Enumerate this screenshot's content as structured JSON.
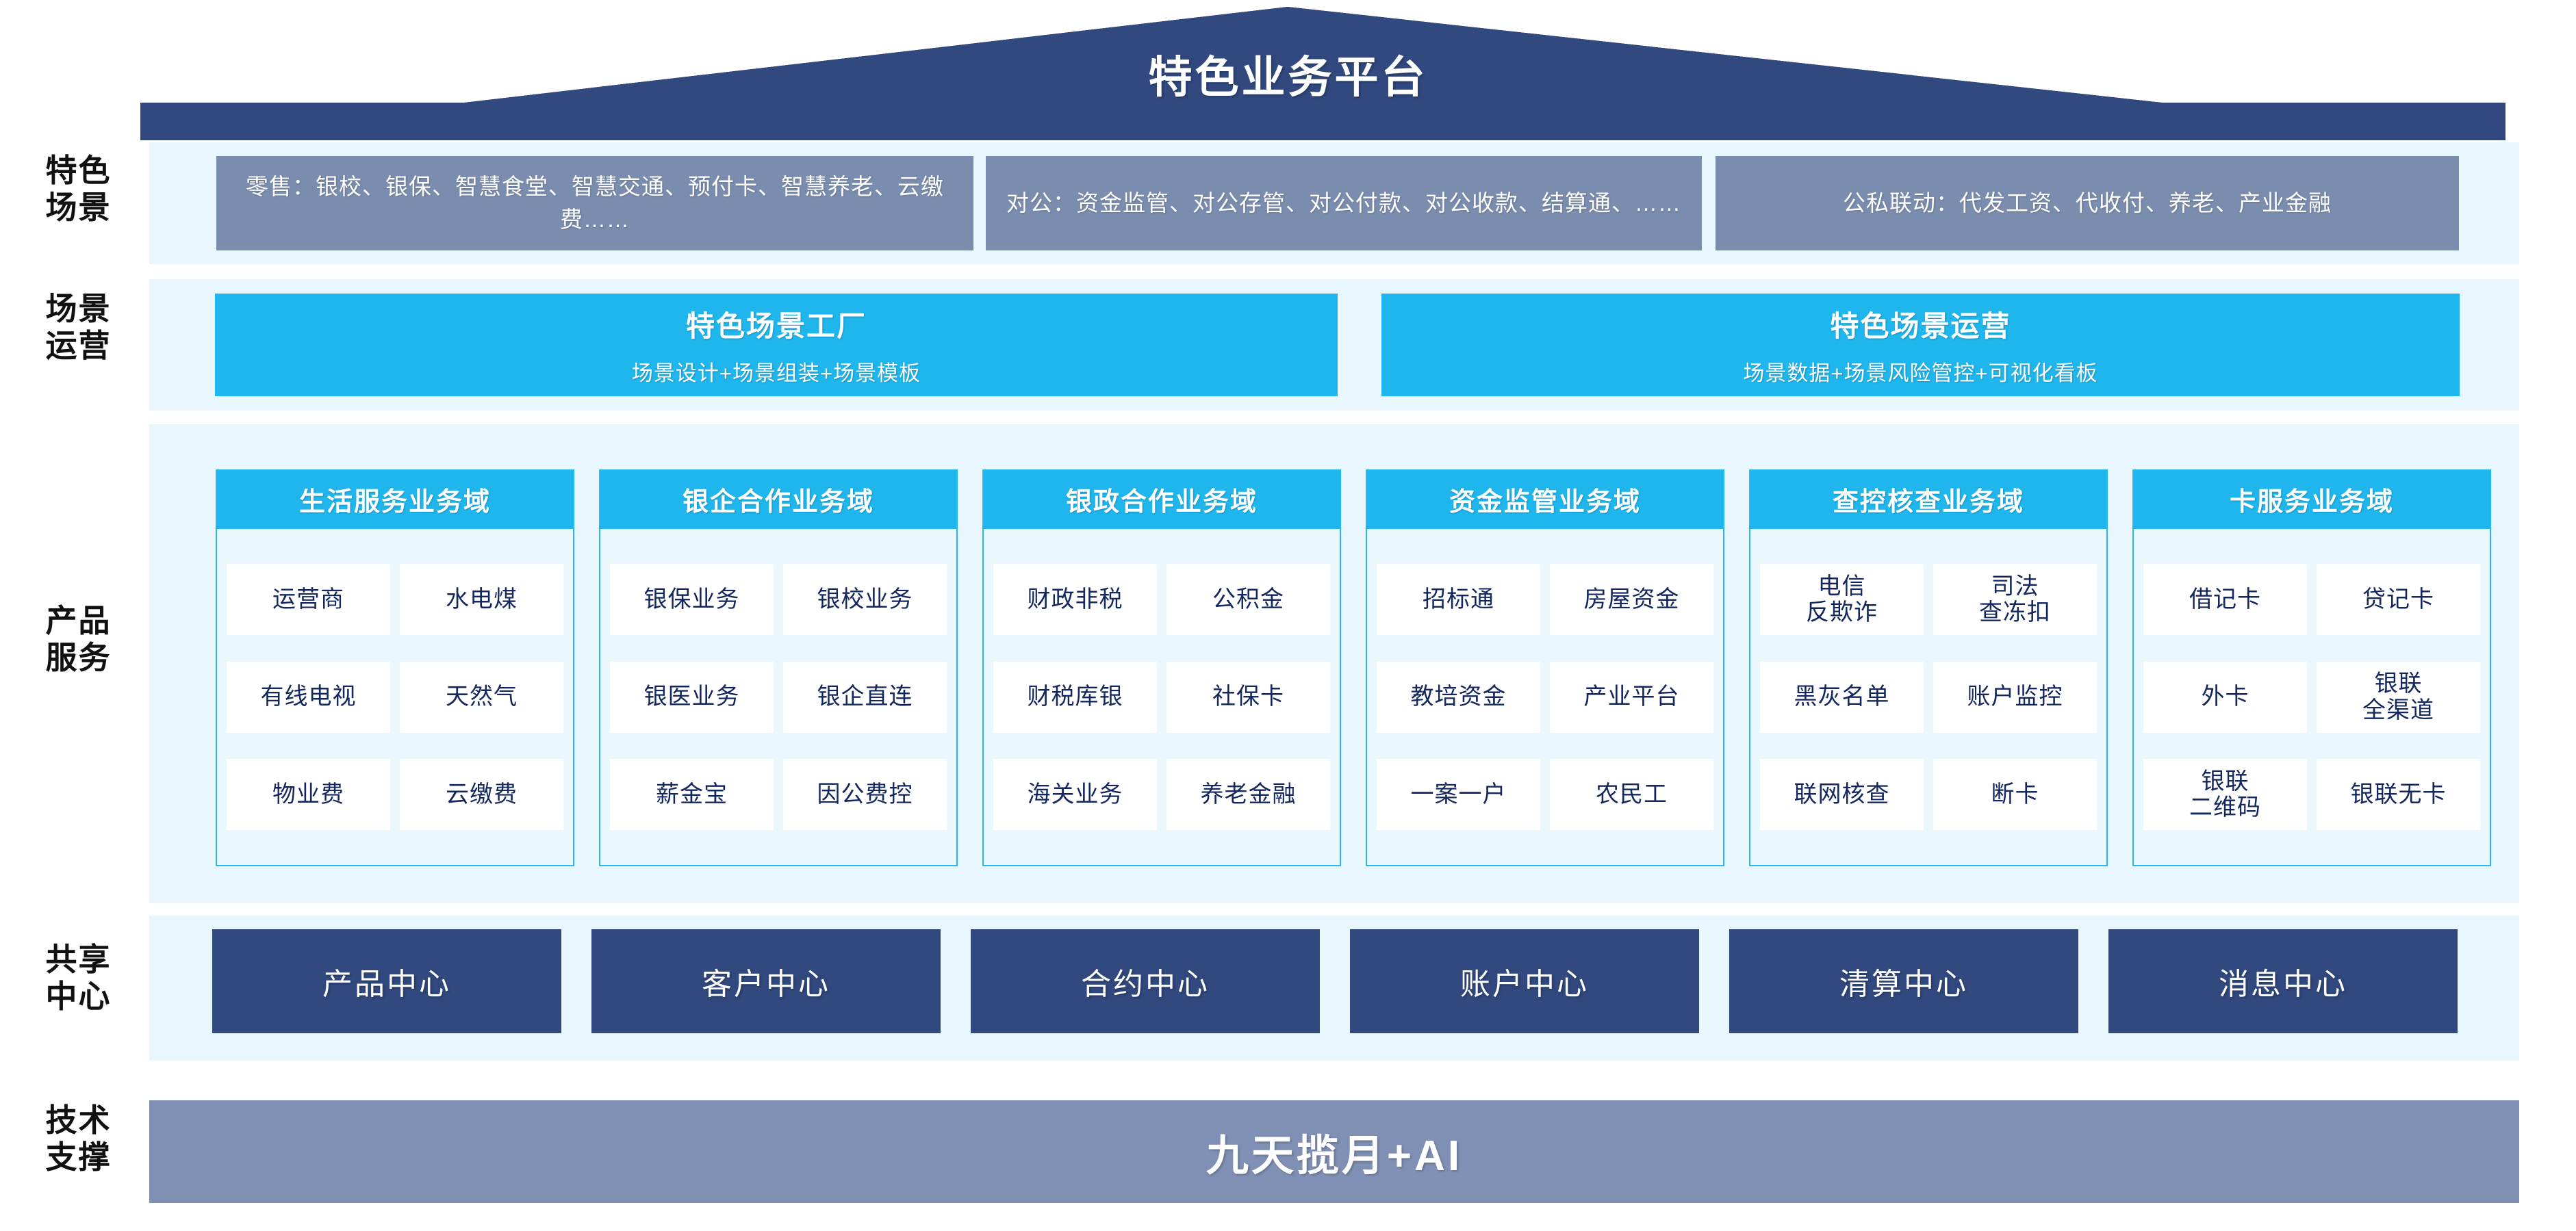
{
  "header": {
    "title": "特色业务平台",
    "roof_color": "#31497f"
  },
  "sidebar": {
    "items": [
      {
        "label": "特色\n场景"
      },
      {
        "label": "场景\n运营"
      },
      {
        "label": "产品\n服务"
      },
      {
        "label": "共享\n中心"
      },
      {
        "label": "技术\n支撑"
      }
    ]
  },
  "scene_row": {
    "band_color": "#e8f6fd",
    "box_color": "#7b8dae",
    "boxes": [
      {
        "label": "零售：银校、银保、智慧食堂、智慧交通、预付卡、智慧养老、云缴费……"
      },
      {
        "label": "对公：资金监管、对公存管、对公付款、对公收款、结算通、……"
      },
      {
        "label": "公私联动：代发工资、代收付、养老、产业金融"
      }
    ]
  },
  "operation_row": {
    "accent_color": "#1fb6ed",
    "boxes": [
      {
        "title": "特色场景工厂",
        "subtitle": "场景设计+场景组装+场景模板"
      },
      {
        "title": "特色场景运营",
        "subtitle": "场景数据+场景风险管控+可视化看板"
      }
    ]
  },
  "product_row": {
    "border_color": "#29b6ef",
    "head_color": "#1fb6ed",
    "item_text_color": "#13275e",
    "columns": [
      {
        "title": "生活服务业务域",
        "items": [
          "运营商",
          "水电煤",
          "有线电视",
          "天然气",
          "物业费",
          "云缴费"
        ]
      },
      {
        "title": "银企合作业务域",
        "items": [
          "银保业务",
          "银校业务",
          "银医业务",
          "银企直连",
          "薪金宝",
          "因公费控"
        ]
      },
      {
        "title": "银政合作业务域",
        "items": [
          "财政非税",
          "公积金",
          "财税库银",
          "社保卡",
          "海关业务",
          "养老金融"
        ]
      },
      {
        "title": "资金监管业务域",
        "items": [
          "招标通",
          "房屋资金",
          "教培资金",
          "产业平台",
          "一案一户",
          "农民工"
        ]
      },
      {
        "title": "查控核查业务域",
        "items": [
          "电信\n反欺诈",
          "司法\n查冻扣",
          "黑灰名单",
          "账户监控",
          "联网核查",
          "断卡"
        ]
      },
      {
        "title": "卡服务业务域",
        "items": [
          "借记卡",
          "贷记卡",
          "外卡",
          "银联\n全渠道",
          "银联\n二维码",
          "银联无卡"
        ]
      }
    ]
  },
  "shared_center_row": {
    "box_color": "#31497f",
    "boxes": [
      {
        "label": "产品中心"
      },
      {
        "label": "客户中心"
      },
      {
        "label": "合约中心"
      },
      {
        "label": "账户中心"
      },
      {
        "label": "清算中心"
      },
      {
        "label": "消息中心"
      }
    ]
  },
  "tech_row": {
    "bar_color": "#8090b4",
    "label": "九天揽月+AI"
  }
}
